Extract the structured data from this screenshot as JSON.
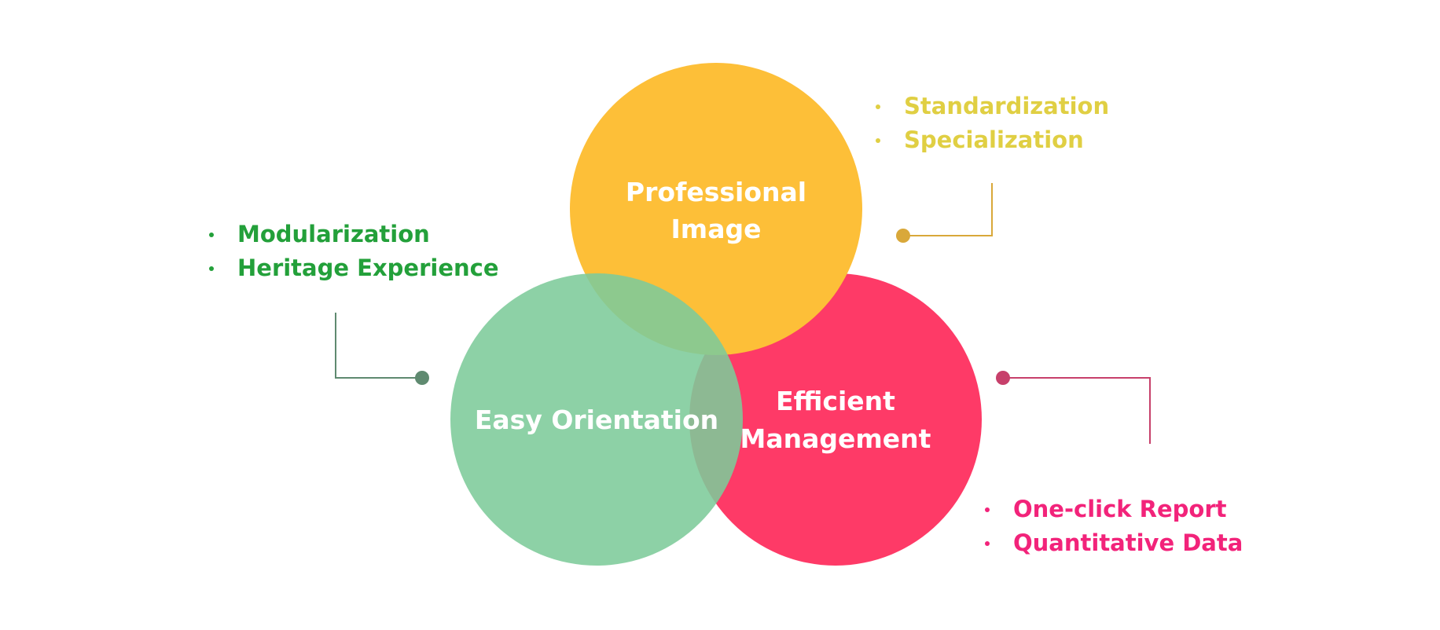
{
  "colors": {
    "professional_circle": "#fdbf38",
    "orientation_circle": "#7dcb9a",
    "management_circle": "#fe3a67",
    "professional_text": "#e0cf43",
    "orientation_text": "#23a03a",
    "management_text": "#f2237a",
    "professional_connector": "#d9a83a",
    "orientation_connector": "#5f8a70",
    "management_connector": "#c7406b"
  },
  "circles": {
    "professional": {
      "line1": "Professional",
      "line2": "Image"
    },
    "orientation": {
      "line1": "Easy Orientation"
    },
    "management": {
      "line1": "Efficient",
      "line2": "Management"
    }
  },
  "lists": {
    "professional": [
      "Standardization",
      "Specialization"
    ],
    "orientation": [
      "Modularization",
      "Heritage Experience"
    ],
    "management": [
      "One-click Report",
      "Quantitative Data"
    ]
  }
}
